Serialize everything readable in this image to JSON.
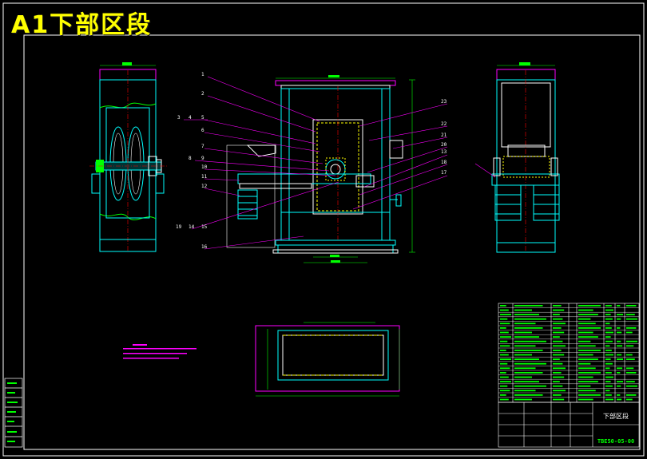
{
  "drawing": {
    "title": "A1下部区段",
    "block_name": "下部区段",
    "drawing_number": "TBE50-05-00"
  },
  "part_labels": [
    "1",
    "2",
    "3",
    "4",
    "5",
    "6",
    "7",
    "8",
    "9",
    "10",
    "11",
    "12",
    "13",
    "14",
    "15",
    "16",
    "17",
    "18",
    "19",
    "20",
    "21",
    "22",
    "23"
  ],
  "colors": {
    "background": "#000000",
    "frame": "#ffffff",
    "structure": "#00ffff",
    "leaders": "#ff00ff",
    "dimensions": "#00ff00",
    "title_text": "#ffff00",
    "center_lines": "#ff0000",
    "hidden": "#ffff00"
  }
}
